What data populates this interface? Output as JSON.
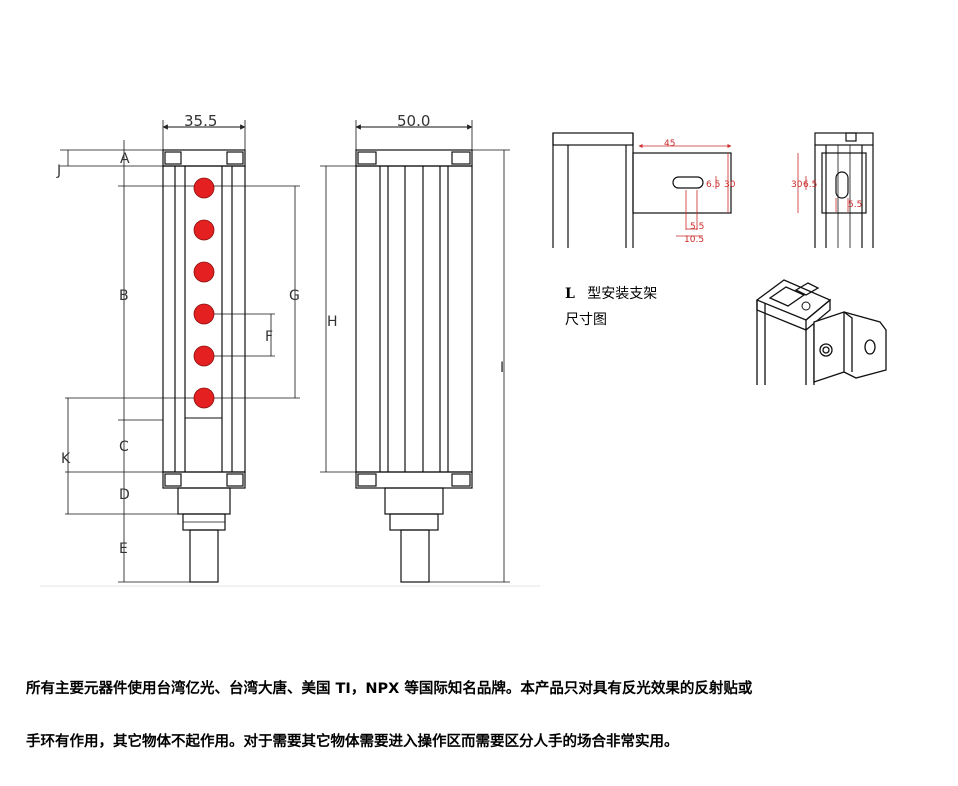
{
  "front_view": {
    "width_dim": "35.5",
    "labels": {
      "A": "A",
      "B": "B",
      "C": "C",
      "D": "D",
      "E": "E",
      "F": "F",
      "G": "G",
      "J": "J",
      "K": "K"
    },
    "emitter_color": "#e52020",
    "emitter_count": 6
  },
  "side_view": {
    "width_dim": "50.0",
    "labels": {
      "H": "H",
      "I": "I"
    }
  },
  "bracket_detail": {
    "dim_45": "45",
    "dim_6_5": "6.5",
    "dim_30": "30",
    "dim_5_5": "5.5",
    "dim_10_5": "10.5",
    "side_dim_30": "30",
    "side_dim_6_5": "6.5",
    "side_dim_5_5": "5.5",
    "dim_color": "#cc2a2a"
  },
  "bracket_caption": {
    "line1_prefix": "L",
    "line1": "型安装支架",
    "line2": "尺寸图"
  },
  "description": {
    "line1": "所有主要元器件使用台湾亿光、台湾大唐、美国 TI，NPX 等国际知名品牌。本产品只对具有反光效果的反射贴或",
    "line2": "手环有作用，其它物体不起作用。对于需要其它物体需要进入操作区而需要区分人手的场合非常实用。"
  }
}
